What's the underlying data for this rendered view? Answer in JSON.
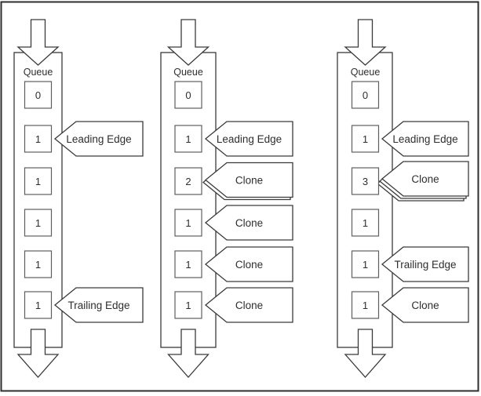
{
  "diagram": {
    "title": "queue-clone-diagram",
    "queue_label": "Queue",
    "colors": {
      "background": "#ffffff",
      "outline": "#3a3a3a",
      "box_outline": "#5f5f5f",
      "frame": "#2e2e2e",
      "text": "#2e2e2e"
    },
    "columns": [
      {
        "name": "queue-1",
        "items": [
          {
            "value": "0"
          },
          {
            "value": "1",
            "callout": {
              "label": "Leading Edge",
              "layers": 1
            }
          },
          {
            "value": "1"
          },
          {
            "value": "1"
          },
          {
            "value": "1"
          },
          {
            "value": "1",
            "callout": {
              "label": "Trailing Edge",
              "layers": 1
            }
          }
        ]
      },
      {
        "name": "queue-2",
        "items": [
          {
            "value": "0"
          },
          {
            "value": "1",
            "callout": {
              "label": "Leading Edge",
              "layers": 1
            }
          },
          {
            "value": "2",
            "callout": {
              "label": "Clone",
              "layers": 2
            }
          },
          {
            "value": "1",
            "callout": {
              "label": "Clone",
              "layers": 1
            }
          },
          {
            "value": "1",
            "callout": {
              "label": "Clone",
              "layers": 1
            }
          },
          {
            "value": "1",
            "callout": {
              "label": "Clone",
              "layers": 1
            }
          }
        ]
      },
      {
        "name": "queue-3",
        "items": [
          {
            "value": "0"
          },
          {
            "value": "1",
            "callout": {
              "label": "Leading Edge",
              "layers": 1
            }
          },
          {
            "value": "3",
            "callout": {
              "label": "Clone",
              "layers": 3
            }
          },
          {
            "value": "1"
          },
          {
            "value": "1",
            "callout": {
              "label": "Trailing Edge",
              "layers": 1
            }
          },
          {
            "value": "1",
            "callout": {
              "label": "Clone",
              "layers": 1
            }
          }
        ]
      }
    ]
  }
}
